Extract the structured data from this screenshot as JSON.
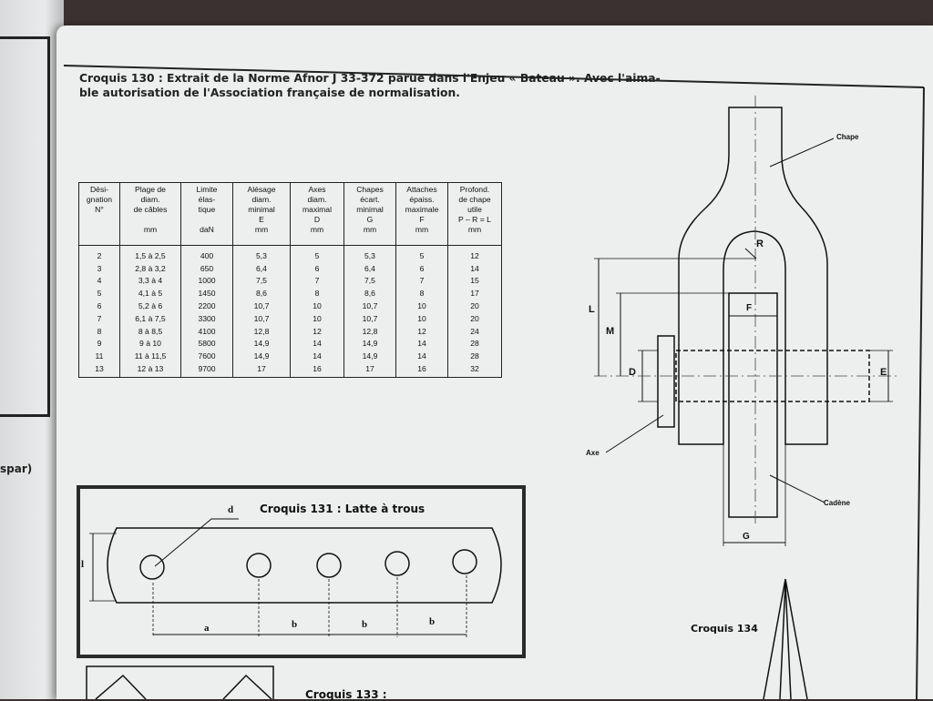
{
  "left_page": {
    "fragment": "spar)"
  },
  "caption": {
    "line1": "Croquis 130 : Extrait de la Norme Afnor J 33-372 parue dans l'Enjeu « Bateau ». Avec l'aima-",
    "line2": "ble autorisation de l'Association française de normalisation."
  },
  "table": {
    "headers": [
      [
        "Dési-",
        "gnation",
        "N°"
      ],
      [
        "Plage de",
        "diam.",
        "de câbles",
        "",
        "mm"
      ],
      [
        "Limite",
        "élas-",
        "tique",
        "",
        "daN"
      ],
      [
        "Alésage",
        "diam.",
        "minimal",
        "E",
        "mm"
      ],
      [
        "Axes",
        "diam.",
        "maximal",
        "D",
        "mm"
      ],
      [
        "Chapes",
        "écart.",
        "minimal",
        "G",
        "mm"
      ],
      [
        "Attaches",
        "épaiss.",
        "maximale",
        "F",
        "mm"
      ],
      [
        "Profond.",
        "de chape",
        "utile",
        "P – R = L",
        "mm"
      ]
    ],
    "rows": [
      [
        "2",
        "1,5 à 2,5",
        "400",
        "5,3",
        "5",
        "5,3",
        "5",
        "12"
      ],
      [
        "3",
        "2,8 à 3,2",
        "650",
        "6,4",
        "6",
        "6,4",
        "6",
        "14"
      ],
      [
        "4",
        "3,3 à 4",
        "1000",
        "7,5",
        "7",
        "7,5",
        "7",
        "15"
      ],
      [
        "5",
        "4,1 à 5",
        "1450",
        "8,6",
        "8",
        "8,6",
        "8",
        "17"
      ],
      [
        "6",
        "5,2 à 6",
        "2200",
        "10,7",
        "10",
        "10,7",
        "10",
        "20"
      ],
      [
        "7",
        "6,1 à 7,5",
        "3300",
        "10,7",
        "10",
        "10,7",
        "10",
        "20"
      ],
      [
        "8",
        "8 à 8,5",
        "4100",
        "12,8",
        "12",
        "12,8",
        "12",
        "24"
      ],
      [
        "9",
        "9 à 10",
        "5800",
        "14,9",
        "14",
        "14,9",
        "14",
        "28"
      ],
      [
        "11",
        "11 à 11,5",
        "7600",
        "14,9",
        "14",
        "14,9",
        "14",
        "28"
      ],
      [
        "13",
        "12 à 13",
        "9700",
        "17",
        "16",
        "17",
        "16",
        "32"
      ]
    ]
  },
  "shackle": {
    "labels": {
      "chape": "Chape",
      "axe": "Axe",
      "cadene": "Cadène",
      "R": "R",
      "F": "F",
      "L": "L",
      "M": "M",
      "D": "D",
      "E": "E",
      "G": "G"
    }
  },
  "croquis131": {
    "title": "Croquis 131 : Latte à trous",
    "labels": {
      "d": "d",
      "l": "l",
      "a": "a",
      "b1": "b",
      "b2": "b",
      "b3": "b"
    }
  },
  "croquis133": {
    "title": "Croquis 133 :"
  },
  "croquis134": {
    "title": "Croquis 134"
  }
}
